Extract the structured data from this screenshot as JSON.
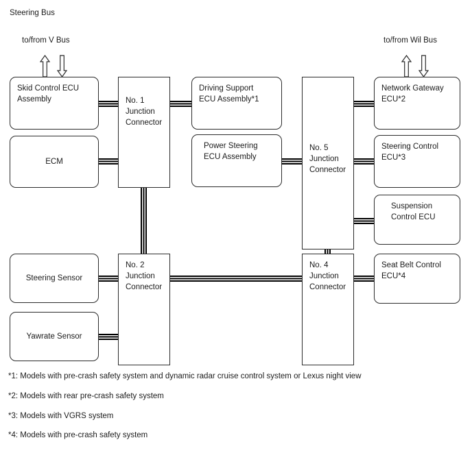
{
  "diagram": {
    "title": "Steering Bus",
    "bus_labels": {
      "left": "to/from V Bus",
      "right": "to/from Wil Bus"
    },
    "arrows": {
      "left_up": "arrow-up-icon",
      "left_down": "arrow-down-icon",
      "right_up": "arrow-up-icon",
      "right_down": "arrow-down-icon"
    },
    "nodes": {
      "skid_control_ecu": "Skid Control ECU\nAssembly",
      "ecm": "ECM",
      "junction_1": "No. 1\nJunction\nConnector",
      "driving_support_ecu": "Driving Support\nECU Assembly*1",
      "power_steering_ecu": "Power Steering\nECU Assembly",
      "junction_5": "No. 5\nJunction\nConnector",
      "network_gateway_ecu": "Network Gateway\nECU*2",
      "steering_control_ecu": "Steering Control\nECU*3",
      "suspension_control_ecu": "Suspension\nControl ECU",
      "steering_sensor": "Steering Sensor",
      "yawrate_sensor": "Yawrate Sensor",
      "junction_2": "No. 2\nJunction\nConnector",
      "junction_4": "No. 4\nJunction\nConnector",
      "seat_belt_control_ecu": "Seat Belt Control\nECU*4"
    },
    "footnotes": [
      "*1: Models with pre-crash safety system and dynamic radar cruise control system or Lexus night view",
      "*2: Models with rear pre-crash safety system",
      "*3: Models with VGRS system",
      "*4: Models with pre-crash safety system"
    ],
    "colors": {
      "line": "#2b2b2b",
      "text": "#1a1a1a",
      "background": "#ffffff"
    }
  }
}
